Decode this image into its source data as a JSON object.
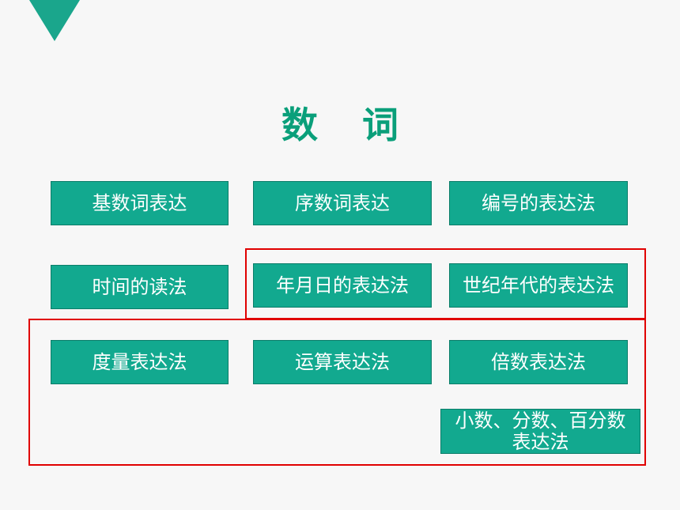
{
  "title": "数 词",
  "items": [
    "基数词表达",
    "序数词表达",
    "编号的表达法",
    "时间的读法",
    "年月日的表达法",
    "世纪年代的表达法",
    "度量表达法",
    "运算表达法",
    "倍数表达法",
    "小数、分数、百分数表达法"
  ],
  "colors": {
    "box": "#12a98f",
    "title": "#0a9f7a",
    "highlight": "#e00000"
  }
}
